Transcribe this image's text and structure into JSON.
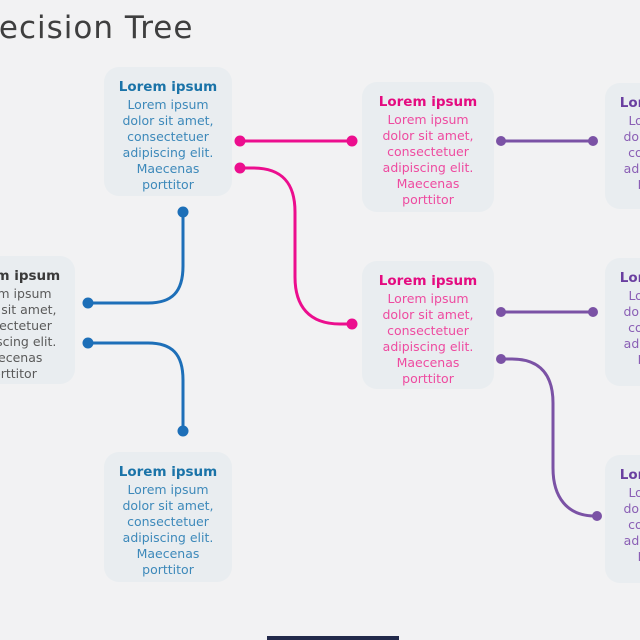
{
  "heading": {
    "text": "Decision Tree"
  },
  "colors": {
    "page-bg": "#f2f2f3",
    "box-bg": "#e9edf0",
    "heading": "#3f3f3f",
    "root-title": "#3a3a3a",
    "root-body": "#5a5a5a",
    "blue-title": "#1a73a8",
    "blue-body": "#3d89ba",
    "blue-line": "#1d6fb8",
    "pink-title": "#e40b80",
    "pink-body": "#ee4ba0",
    "pink-line": "#ec0e8e",
    "purple-title": "#6a3fa0",
    "purple-body": "#8a5fb5",
    "purple-line": "#7b52a5",
    "footer-bar": "#22294a"
  },
  "nodes": {
    "root": {
      "title": "Lorem ipsum",
      "body": "Lorem ipsum\ndolor sit amet,\nconsectetuer\nadipiscing elit.\nMaecenas\nporttitor"
    },
    "blue_top": {
      "title": "Lorem ipsum",
      "body": "Lorem ipsum\ndolor sit amet,\nconsectetuer\nadipiscing elit.\nMaecenas\nporttitor"
    },
    "blue_bottom": {
      "title": "Lorem ipsum",
      "body": "Lorem ipsum\ndolor sit amet,\nconsectetuer\nadipiscing elit.\nMaecenas\nporttitor"
    },
    "pink_top": {
      "title": "Lorem ipsum",
      "body": "Lorem ipsum\ndolor sit amet,\nconsectetuer\nadipiscing elit.\nMaecenas\nporttitor"
    },
    "pink_mid": {
      "title": "Lorem ipsum",
      "body": "Lorem ipsum\ndolor sit amet,\nconsectetuer\nadipiscing elit.\nMaecenas\nporttitor"
    },
    "purple_top": {
      "title": "Lorem ipsum",
      "body": "Lorem ipsum\ndolor sit amet,\nconsectetuer\nadipiscing elit.\nMaecenas\nporttitor"
    },
    "purple_mid": {
      "title": "Lorem ipsum",
      "body": "Lorem ipsum\ndolor sit amet,\nconsectetuer\nadipiscing elit.\nMaecenas\nporttitor"
    },
    "purple_bottom": {
      "title": "Lorem ipsum",
      "body": "Lorem ipsum\ndolor sit amet,\nconsectetuer\nadipiscing elit.\nMaecenas\nporttitor"
    }
  }
}
